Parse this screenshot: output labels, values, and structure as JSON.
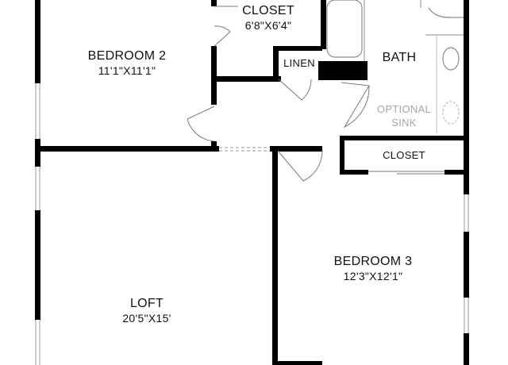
{
  "rooms": {
    "closet_top": {
      "name": "CLOSET",
      "dim": "6'8\"X6'4\""
    },
    "bedroom2": {
      "name": "BEDROOM 2",
      "dim": "11'1\"X11'1\""
    },
    "linen": {
      "name": "LINEN"
    },
    "bath": {
      "name": "BATH"
    },
    "optional_sink": {
      "line1": "OPTIONAL",
      "line2": "SINK"
    },
    "closet_right": {
      "name": "CLOSET"
    },
    "bedroom3": {
      "name": "BEDROOM 3",
      "dim": "12'3\"X12'1\""
    },
    "loft": {
      "name": "LOFT",
      "dim": "20'5\"X15'"
    }
  },
  "colors": {
    "wall": "#000000",
    "fixture": "#8c8c8c",
    "optional": "#bdbdbd",
    "window": "#9a9a9a"
  }
}
